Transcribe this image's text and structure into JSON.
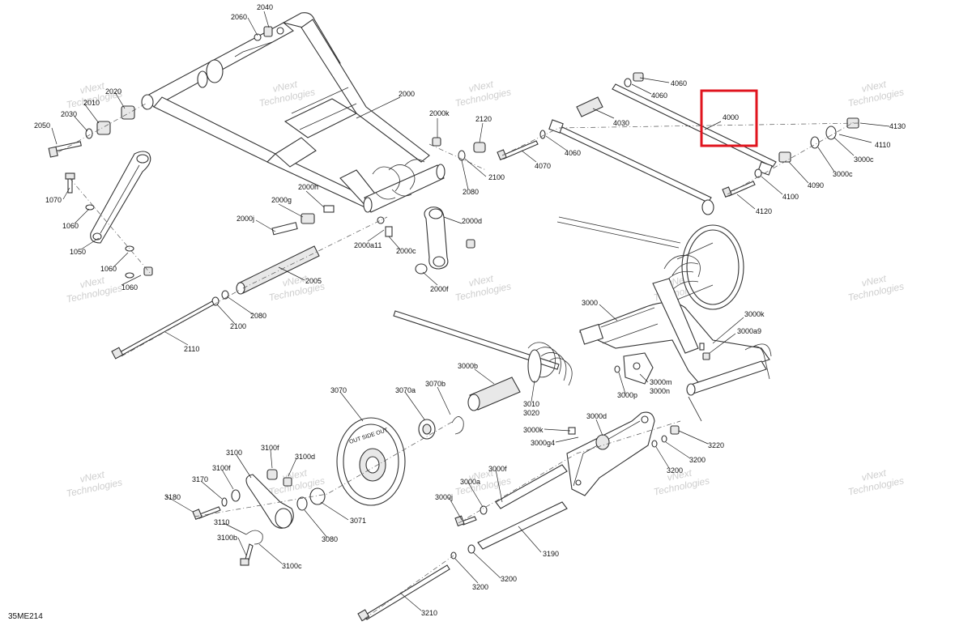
{
  "diagram": {
    "code": "35ME214",
    "watermark_lines": [
      "vNext",
      "Technologies"
    ],
    "highlight_color": "#e0141e",
    "labels": {
      "2060": "2060",
      "2040": "2040",
      "2000": "2000",
      "2020": "2020",
      "2010": "2010",
      "2030": "2030",
      "2050": "2050",
      "1070": "1070",
      "1060a": "1060",
      "1050": "1050",
      "1060b": "1060",
      "1060c": "1060",
      "2000k": "2000k",
      "2120": "2120",
      "2100a": "2100",
      "2080a": "2080",
      "2000h": "2000h",
      "2000g": "2000g",
      "2000j": "2000j",
      "2000a11": "2000a11",
      "2000c": "2000c",
      "2000d": "2000d",
      "2000f": "2000f",
      "2005": "2005",
      "2080b": "2080",
      "2100b": "2100",
      "2110": "2110",
      "4060a": "4060",
      "4060b": "4060",
      "4000": "4000",
      "4030": "4030",
      "4060c": "4060",
      "4070": "4070",
      "4130": "4130",
      "4110": "4110",
      "3000c1": "3000c",
      "3000c2": "3000c",
      "4090": "4090",
      "4100": "4100",
      "4120": "4120",
      "3000": "3000",
      "3000k1": "3000k",
      "3000a9": "3000a9",
      "3000b": "3000b",
      "3010": "3010",
      "3020": "3020",
      "3000m": "3000m",
      "3000n": "3000n",
      "3000p": "3000p",
      "3070": "3070",
      "3070a": "3070a",
      "3070b": "3070b",
      "3000k2": "3000k",
      "3000d": "3000d",
      "3000g4": "3000g4",
      "3220": "3220",
      "3200a": "3200",
      "3200b": "3200",
      "3100": "3100",
      "3100f1": "3100f",
      "3100d": "3100d",
      "3100f2": "3100f",
      "3170": "3170",
      "3180": "3180",
      "3110": "3110",
      "3100b": "3100b",
      "3100c": "3100c",
      "3080": "3080",
      "3071": "3071",
      "3000f": "3000f",
      "3000a": "3000a",
      "3000j": "3000j",
      "3190": "3190",
      "3200c": "3200",
      "3200d": "3200",
      "3210": "3210"
    },
    "pulley_text": "OUT SIDE OUT"
  }
}
